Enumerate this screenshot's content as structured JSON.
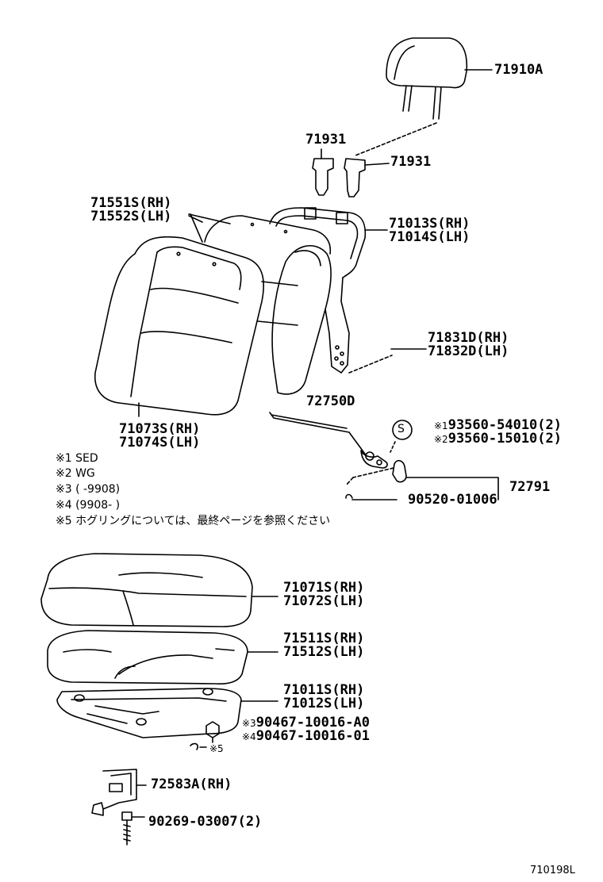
{
  "parts": {
    "headrest": "71910A",
    "support_left": "71931",
    "support_right": "71931",
    "back_cover_rh": "71551S(RH)",
    "back_cover_lh": "71552S(LH)",
    "back_frame_rh": "71013S(RH)",
    "back_frame_lh": "71014S(LH)",
    "hinge_cover_rh": "71831D(RH)",
    "hinge_cover_lh": "71832D(LH)",
    "back_pad_rh": "71073S(RH)",
    "back_pad_lh": "71074S(LH)",
    "lever": "72750D",
    "bolt1_mark": "※1",
    "bolt1": "93560-54010(2)",
    "bolt2_mark": "※2",
    "bolt2": "93560-15010(2)",
    "s_badge": "S",
    "knob": "72791",
    "clip": "90520-01006",
    "cushion_cover_rh": "71071S(RH)",
    "cushion_cover_lh": "71072S(LH)",
    "cushion_pad_rh": "71511S(RH)",
    "cushion_pad_lh": "71512S(LH)",
    "cushion_frame_rh": "71011S(RH)",
    "cushion_frame_lh": "71012S(LH)",
    "nut3_mark": "※3",
    "nut3": "90467-10016-A0",
    "nut4_mark": "※4",
    "nut4": "90467-10016-01",
    "ring_mark": "※5",
    "bracket": "72583A(RH)",
    "screw": "90269-03007(2)"
  },
  "notes": [
    "※1 SED",
    "※2 WG",
    "※3 (       -9908)",
    "※4 (9908-       )",
    "※5 ホグリングについては、最終ページを参照ください"
  ],
  "figure_ref": "710198L"
}
